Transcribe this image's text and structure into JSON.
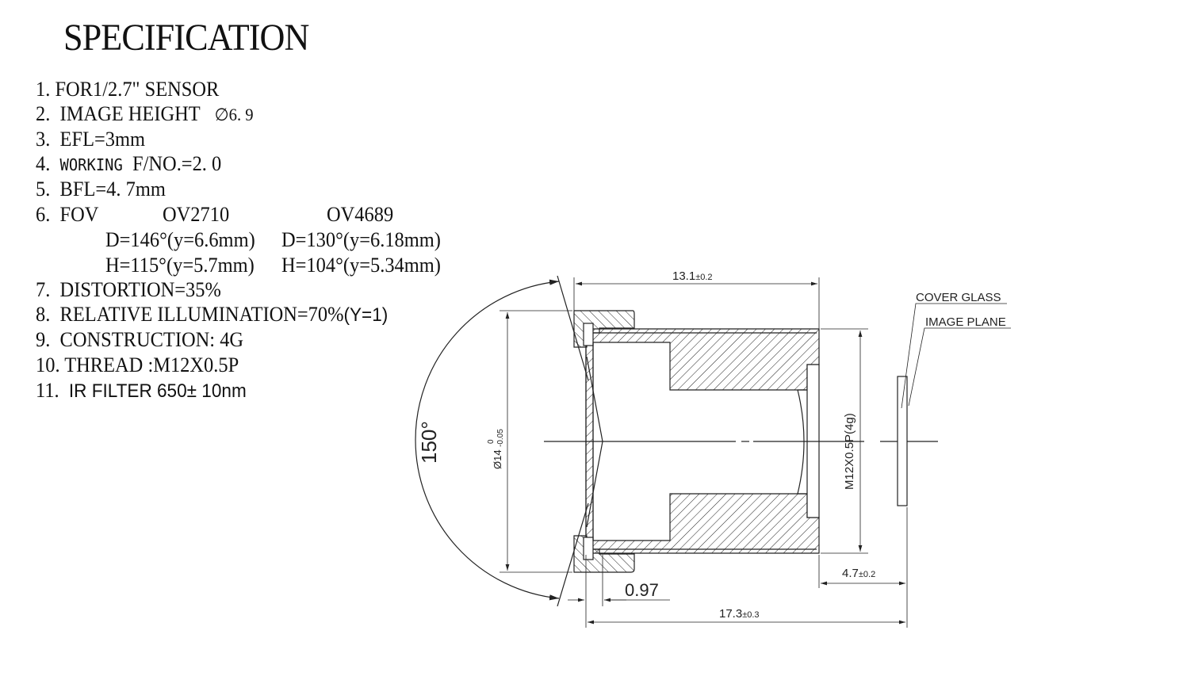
{
  "title": "SPECIFICATION",
  "specs": [
    {
      "num": "1.",
      "text": "FOR1/2.7\" SENSOR"
    },
    {
      "num": "2.",
      "text": "IMAGE HEIGHT",
      "value": "∅6. 9"
    },
    {
      "num": "3.",
      "text": "EFL=3mm"
    },
    {
      "num": "4.",
      "label": "WORKING",
      "text": "F/NO.=2. 0"
    },
    {
      "num": "5.",
      "text": "BFL=4. 7mm"
    },
    {
      "num": "6.",
      "text": "FOV",
      "sensor_a": "OV2710",
      "sensor_b": "OV4689"
    },
    {
      "num": "7.",
      "text": "DISTORTION=35%"
    },
    {
      "num": "8.",
      "text": "RELATIVE ILLUMINATION=70%",
      "suffix": "(Y=1)"
    },
    {
      "num": "9.",
      "text": "CONSTRUCTION: 4G"
    },
    {
      "num": "10.",
      "text": "THREAD :M12X0.5P"
    },
    {
      "num": "11.",
      "text": "IR FILTER 650± 10nm"
    }
  ],
  "fov": {
    "a_d": "D=146°(y=6.6mm)",
    "b_d": "D=130°(y=6.18mm)",
    "a_h": "H=115°(y=5.7mm)",
    "b_h": "H=104°(y=5.34mm)"
  },
  "drawing": {
    "angle": "150°",
    "diameter": "Ø14",
    "diameter_tol_upper": "0",
    "diameter_tol_lower": "-0.05",
    "length": "13.1",
    "length_tol": "±0.2",
    "thread": "M12X0.5P(4g)",
    "bfl": "4.7",
    "bfl_tol": "±0.2",
    "total": "17.3",
    "total_tol": "±0.3",
    "front": "0.97",
    "cover_glass": "COVER GLASS",
    "image_plane": "IMAGE PLANE"
  }
}
